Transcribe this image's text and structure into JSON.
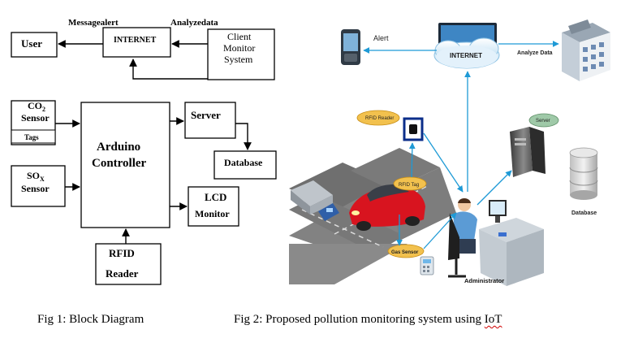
{
  "fig1": {
    "label_message_alert": "Messagealert",
    "label_analyze_data": "Analyzedata",
    "user": "User",
    "internet": "INTERNET",
    "client_line1": "Client",
    "client_line2": "Monitor",
    "client_line3": "System",
    "co2_pre": "CO",
    "co2_sub": "2",
    "co2_line2": "Sensor",
    "tags": "Tags",
    "sox_pre": "SO",
    "sox_sub": "X",
    "sox_line2": "Sensor",
    "arduino_line1": "Arduino",
    "arduino_line2": "Controller",
    "server": "Server",
    "database": "Database",
    "lcd_line1": "LCD",
    "lcd_line2": "Monitor",
    "rfid_line1": "RFID",
    "rfid_line2": "Reader"
  },
  "fig2": {
    "alert": "Alert",
    "internet": "INTERNET",
    "analyze_data": "Analyze Data",
    "rfid_reader": "RFID Reader",
    "rfid_tag": "RFID Tag",
    "gas_sensor": "Gas Sensor",
    "server": "Server",
    "database": "Database",
    "administrator": "Administrator"
  },
  "captions": {
    "fig1": "Fig 1: Block Diagram",
    "fig2_main": "Fig 2: Proposed pollution monitoring system using ",
    "fig2_iot": "IoT"
  },
  "colors": {
    "flow_line": "#1e9ad6",
    "cloud": "#cfe8f7",
    "road": "#7b7b7b",
    "car": "#d8141f",
    "callout": "#f2c14e"
  }
}
